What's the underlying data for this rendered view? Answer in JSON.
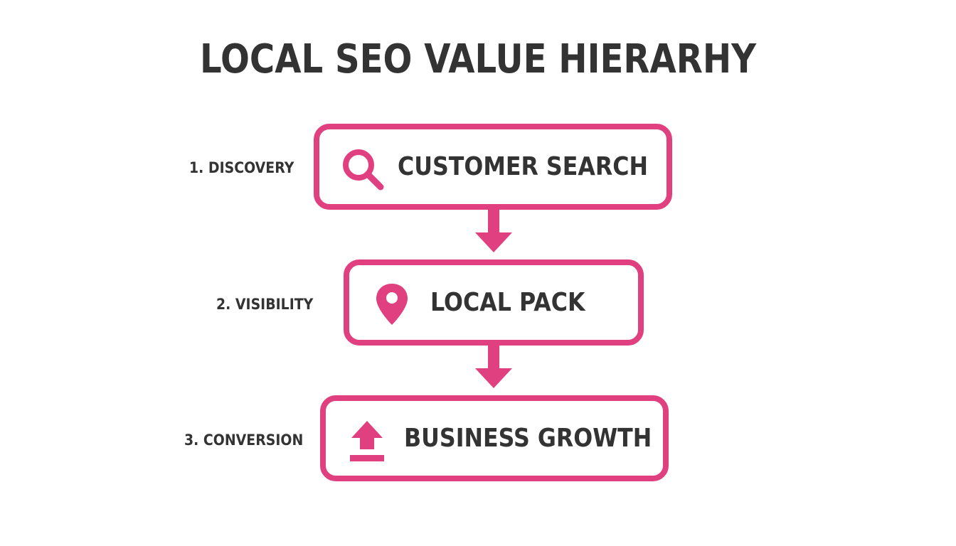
{
  "title": "LOCAL SEO VALUE HIERARHY",
  "accent_color": "#e0407f",
  "text_color": "#333333",
  "steps": [
    {
      "stage": "1. DISCOVERY",
      "label": "CUSTOMER SEARCH",
      "icon": "search-icon"
    },
    {
      "stage": "2. VISIBILITY",
      "label": "LOCAL PACK",
      "icon": "map-pin-icon"
    },
    {
      "stage": "3. CONVERSION",
      "label": "BUSINESS GROWTH",
      "icon": "upload-arrow-icon"
    }
  ]
}
